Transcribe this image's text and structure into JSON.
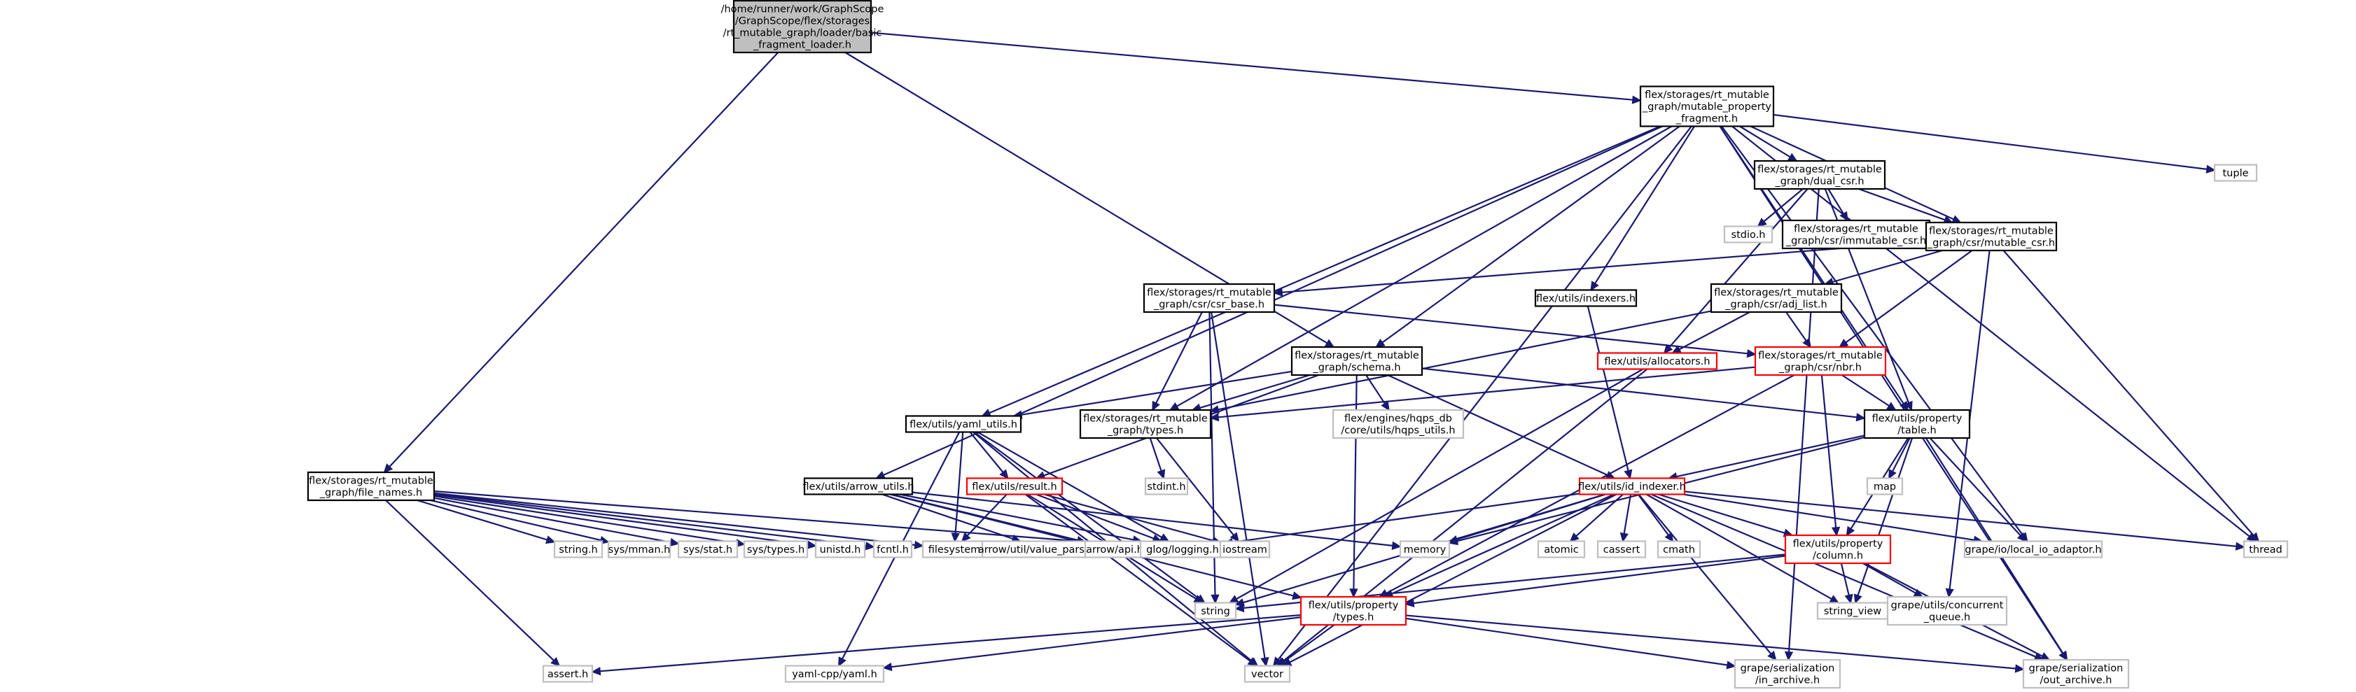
{
  "colors": {
    "edge": "#191970",
    "root_fill": "#bfbfbf",
    "root_stroke": "#000000",
    "doc_stroke": "#000000",
    "red_stroke": "#ff0000",
    "system_stroke": "#bfbfbf",
    "text": "#000000"
  },
  "nodes": [
    {
      "id": "root",
      "kind": "root",
      "lines": [
        "/home/runner/work/GraphScope",
        "/GraphScope/flex/storages",
        "/rt_mutable_graph/loader/basic",
        "_fragment_loader.h"
      ]
    },
    {
      "id": "mpf",
      "kind": "doc",
      "lines": [
        "flex/storages/rt_mutable",
        "_graph/mutable_property",
        "_fragment.h"
      ]
    },
    {
      "id": "fnames",
      "kind": "doc",
      "lines": [
        "flex/storages/rt_mutable",
        "_graph/file_names.h"
      ]
    },
    {
      "id": "dualcsr",
      "kind": "doc",
      "lines": [
        "flex/storages/rt_mutable",
        "_graph/dual_csr.h"
      ]
    },
    {
      "id": "tuple",
      "kind": "system",
      "lines": [
        "tuple"
      ]
    },
    {
      "id": "stdio",
      "kind": "system",
      "lines": [
        "stdio.h"
      ]
    },
    {
      "id": "immcsr",
      "kind": "doc",
      "lines": [
        "flex/storages/rt_mutable",
        "_graph/csr/immutable_csr.h"
      ]
    },
    {
      "id": "mutcsr",
      "kind": "doc",
      "lines": [
        "flex/storages/rt_mutable",
        "_graph/csr/mutable_csr.h"
      ]
    },
    {
      "id": "csrbase",
      "kind": "doc",
      "lines": [
        "flex/storages/rt_mutable",
        "_graph/csr/csr_base.h"
      ]
    },
    {
      "id": "indexers",
      "kind": "doc",
      "lines": [
        "flex/utils/indexers.h"
      ]
    },
    {
      "id": "adjlist",
      "kind": "doc",
      "lines": [
        "flex/storages/rt_mutable",
        "_graph/csr/adj_list.h"
      ]
    },
    {
      "id": "schema",
      "kind": "doc",
      "lines": [
        "flex/storages/rt_mutable",
        "_graph/schema.h"
      ]
    },
    {
      "id": "alloc",
      "kind": "red",
      "lines": [
        "flex/utils/allocators.h"
      ]
    },
    {
      "id": "nbr",
      "kind": "red",
      "lines": [
        "flex/storages/rt_mutable",
        "_graph/csr/nbr.h"
      ]
    },
    {
      "id": "rmtypes",
      "kind": "doc",
      "lines": [
        "flex/storages/rt_mutable",
        "_graph/types.h"
      ]
    },
    {
      "id": "hqps",
      "kind": "system",
      "lines": [
        "flex/engines/hqps_db",
        "/core/utils/hqps_utils.h"
      ]
    },
    {
      "id": "yaml",
      "kind": "doc",
      "lines": [
        "flex/utils/yaml_utils.h"
      ]
    },
    {
      "id": "ptable",
      "kind": "doc",
      "lines": [
        "flex/utils/property",
        "/table.h"
      ]
    },
    {
      "id": "result",
      "kind": "red",
      "lines": [
        "flex/utils/result.h"
      ]
    },
    {
      "id": "arrowutils",
      "kind": "doc",
      "lines": [
        "flex/utils/arrow_utils.h"
      ]
    },
    {
      "id": "stdint",
      "kind": "system",
      "lines": [
        "stdint.h"
      ]
    },
    {
      "id": "map",
      "kind": "system",
      "lines": [
        "map"
      ]
    },
    {
      "id": "idindexer",
      "kind": "red",
      "lines": [
        "flex/utils/id_indexer.h"
      ]
    },
    {
      "id": "stringh",
      "kind": "system",
      "lines": [
        "string.h"
      ]
    },
    {
      "id": "sysmman",
      "kind": "system",
      "lines": [
        "sys/mman.h"
      ]
    },
    {
      "id": "sysstat",
      "kind": "system",
      "lines": [
        "sys/stat.h"
      ]
    },
    {
      "id": "systypes",
      "kind": "system",
      "lines": [
        "sys/types.h"
      ]
    },
    {
      "id": "unistd",
      "kind": "system",
      "lines": [
        "unistd.h"
      ]
    },
    {
      "id": "fcntl",
      "kind": "system",
      "lines": [
        "fcntl.h"
      ]
    },
    {
      "id": "filesystem",
      "kind": "system",
      "lines": [
        "filesystem"
      ]
    },
    {
      "id": "valparse",
      "kind": "system",
      "lines": [
        "arrow/util/value_parsing.h"
      ]
    },
    {
      "id": "arrowapi",
      "kind": "system",
      "lines": [
        "arrow/api.h"
      ]
    },
    {
      "id": "glog",
      "kind": "system",
      "lines": [
        "glog/logging.h"
      ]
    },
    {
      "id": "iostream",
      "kind": "system",
      "lines": [
        "iostream"
      ]
    },
    {
      "id": "memory",
      "kind": "system",
      "lines": [
        "memory"
      ]
    },
    {
      "id": "atomic",
      "kind": "system",
      "lines": [
        "atomic"
      ]
    },
    {
      "id": "cassert",
      "kind": "system",
      "lines": [
        "cassert"
      ]
    },
    {
      "id": "cmath",
      "kind": "system",
      "lines": [
        "cmath"
      ]
    },
    {
      "id": "column",
      "kind": "red",
      "lines": [
        "flex/utils/property",
        "/column.h"
      ]
    },
    {
      "id": "localio",
      "kind": "system",
      "lines": [
        "grape/io/local_io_adaptor.h"
      ]
    },
    {
      "id": "thread",
      "kind": "system",
      "lines": [
        "thread"
      ]
    },
    {
      "id": "string",
      "kind": "system",
      "lines": [
        "string"
      ]
    },
    {
      "id": "ptypes",
      "kind": "red",
      "lines": [
        "flex/utils/property",
        "/types.h"
      ]
    },
    {
      "id": "strview",
      "kind": "system",
      "lines": [
        "string_view"
      ]
    },
    {
      "id": "concq",
      "kind": "system",
      "lines": [
        "grape/utils/concurrent",
        "_queue.h"
      ]
    },
    {
      "id": "asserth",
      "kind": "system",
      "lines": [
        "assert.h"
      ]
    },
    {
      "id": "yamlcpp",
      "kind": "system",
      "lines": [
        "yaml-cpp/yaml.h"
      ]
    },
    {
      "id": "vector",
      "kind": "system",
      "lines": [
        "vector"
      ]
    },
    {
      "id": "inarch",
      "kind": "system",
      "lines": [
        "grape/serialization",
        "/in_archive.h"
      ]
    },
    {
      "id": "outarch",
      "kind": "system",
      "lines": [
        "grape/serialization",
        "/out_archive.h"
      ]
    }
  ],
  "edges": [
    [
      "root",
      "mpf"
    ],
    [
      "root",
      "fnames"
    ],
    [
      "root",
      "schema"
    ],
    [
      "mpf",
      "dualcsr"
    ],
    [
      "mpf",
      "tuple"
    ],
    [
      "mpf",
      "mutcsr"
    ],
    [
      "mpf",
      "indexers"
    ],
    [
      "mpf",
      "schema"
    ],
    [
      "mpf",
      "rmtypes"
    ],
    [
      "mpf",
      "yaml"
    ],
    [
      "mpf",
      "ptable"
    ],
    [
      "mpf",
      "arrowutils"
    ],
    [
      "mpf",
      "thread"
    ],
    [
      "mpf",
      "localio"
    ],
    [
      "mpf",
      "vector"
    ],
    [
      "mpf",
      "outarch"
    ],
    [
      "dualcsr",
      "stdio"
    ],
    [
      "dualcsr",
      "immcsr"
    ],
    [
      "dualcsr",
      "mutcsr"
    ],
    [
      "dualcsr",
      "alloc"
    ],
    [
      "dualcsr",
      "ptable"
    ],
    [
      "dualcsr",
      "inarch"
    ],
    [
      "mutcsr",
      "csrbase"
    ],
    [
      "mutcsr",
      "adjlist"
    ],
    [
      "mutcsr",
      "nbr"
    ],
    [
      "mutcsr",
      "thread"
    ],
    [
      "mutcsr",
      "concq"
    ],
    [
      "csrbase",
      "nbr"
    ],
    [
      "csrbase",
      "rmtypes"
    ],
    [
      "csrbase",
      "string"
    ],
    [
      "csrbase",
      "vector"
    ],
    [
      "adjlist",
      "nbr"
    ],
    [
      "adjlist",
      "alloc"
    ],
    [
      "adjlist",
      "rmtypes"
    ],
    [
      "indexers",
      "idindexer"
    ],
    [
      "schema",
      "rmtypes"
    ],
    [
      "schema",
      "hqps"
    ],
    [
      "schema",
      "yaml"
    ],
    [
      "schema",
      "ptable"
    ],
    [
      "schema",
      "idindexer"
    ],
    [
      "schema",
      "result"
    ],
    [
      "schema",
      "ptypes"
    ],
    [
      "alloc",
      "string"
    ],
    [
      "alloc",
      "vector"
    ],
    [
      "nbr",
      "rmtypes"
    ],
    [
      "nbr",
      "ptable"
    ],
    [
      "nbr",
      "ptypes"
    ],
    [
      "nbr",
      "column"
    ],
    [
      "rmtypes",
      "stdint"
    ],
    [
      "rmtypes",
      "iostream"
    ],
    [
      "yaml",
      "result"
    ],
    [
      "yaml",
      "glog"
    ],
    [
      "yaml",
      "filesystem"
    ],
    [
      "yaml",
      "string"
    ],
    [
      "yaml",
      "yamlcpp"
    ],
    [
      "yaml",
      "vector"
    ],
    [
      "ptable",
      "map"
    ],
    [
      "ptable",
      "idindexer"
    ],
    [
      "ptable",
      "column"
    ],
    [
      "ptable",
      "memory"
    ],
    [
      "ptable",
      "localio"
    ],
    [
      "ptable",
      "strview"
    ],
    [
      "ptable",
      "outarch"
    ],
    [
      "result",
      "glog"
    ],
    [
      "result",
      "filesystem"
    ],
    [
      "result",
      "iostream"
    ],
    [
      "result",
      "string"
    ],
    [
      "result",
      "vector"
    ],
    [
      "arrowutils",
      "valparse"
    ],
    [
      "arrowutils",
      "arrowapi"
    ],
    [
      "arrowutils",
      "glog"
    ],
    [
      "arrowutils",
      "memory"
    ],
    [
      "arrowutils",
      "ptypes"
    ],
    [
      "fnames",
      "stringh"
    ],
    [
      "fnames",
      "sysmman"
    ],
    [
      "fnames",
      "sysstat"
    ],
    [
      "fnames",
      "systypes"
    ],
    [
      "fnames",
      "unistd"
    ],
    [
      "fnames",
      "fcntl"
    ],
    [
      "fnames",
      "filesystem"
    ],
    [
      "fnames",
      "glog"
    ],
    [
      "fnames",
      "asserth"
    ],
    [
      "idindexer",
      "glog"
    ],
    [
      "idindexer",
      "memory"
    ],
    [
      "idindexer",
      "atomic"
    ],
    [
      "idindexer",
      "cassert"
    ],
    [
      "idindexer",
      "cmath"
    ],
    [
      "idindexer",
      "column"
    ],
    [
      "idindexer",
      "localio"
    ],
    [
      "idindexer",
      "thread"
    ],
    [
      "idindexer",
      "string"
    ],
    [
      "idindexer",
      "ptypes"
    ],
    [
      "idindexer",
      "strview"
    ],
    [
      "idindexer",
      "vector"
    ],
    [
      "idindexer",
      "inarch"
    ],
    [
      "idindexer",
      "outarch"
    ],
    [
      "column",
      "string"
    ],
    [
      "column",
      "ptypes"
    ],
    [
      "column",
      "strview"
    ],
    [
      "column",
      "concq"
    ],
    [
      "column",
      "outarch"
    ],
    [
      "ptypes",
      "asserth"
    ],
    [
      "ptypes",
      "yamlcpp"
    ],
    [
      "ptypes",
      "vector"
    ],
    [
      "ptypes",
      "inarch"
    ],
    [
      "ptypes",
      "outarch"
    ]
  ]
}
